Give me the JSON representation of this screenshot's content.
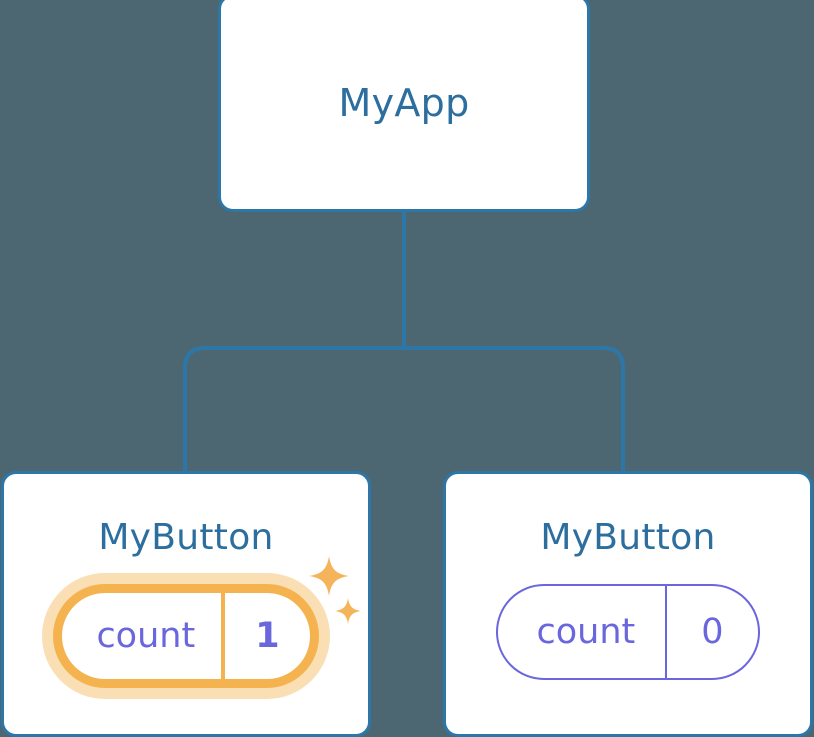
{
  "diagram": {
    "type": "component-tree",
    "background_color": "#4c6771",
    "connector_color": "#2d76a8",
    "root": {
      "title": "MyApp"
    },
    "children": [
      {
        "title": "MyButton",
        "state": {
          "key": "count",
          "value": "1",
          "highlighted": true,
          "highlight_color": "#f5b34f",
          "glow_color": "#fadfb4",
          "text_color": "#6a66dd"
        },
        "sparkle_icons": [
          "sparkle-large-icon",
          "sparkle-small-icon"
        ]
      },
      {
        "title": "MyButton",
        "state": {
          "key": "count",
          "value": "0",
          "highlighted": false,
          "outline_color": "#6a66dd",
          "text_color": "#6a66dd"
        }
      }
    ]
  }
}
